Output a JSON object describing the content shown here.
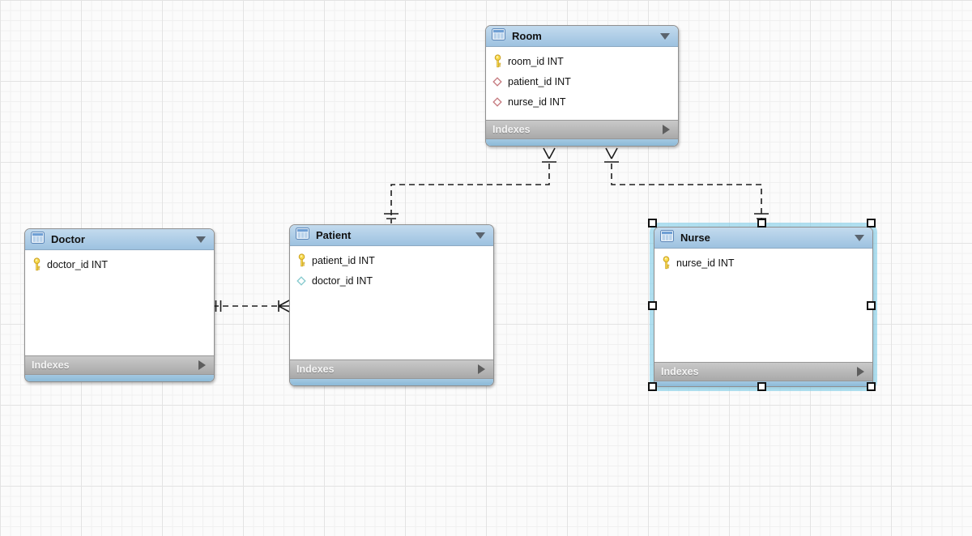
{
  "labels": {
    "indexes": "Indexes"
  },
  "tables": [
    {
      "name": "Room",
      "fields": [
        {
          "icon": "primary-key",
          "label": "room_id INT"
        },
        {
          "icon": "foreign-key-red",
          "label": "patient_id INT"
        },
        {
          "icon": "foreign-key-red",
          "label": "nurse_id INT"
        }
      ],
      "selected": false
    },
    {
      "name": "Doctor",
      "fields": [
        {
          "icon": "primary-key",
          "label": "doctor_id INT"
        }
      ],
      "selected": false
    },
    {
      "name": "Patient",
      "fields": [
        {
          "icon": "primary-key",
          "label": "patient_id INT"
        },
        {
          "icon": "column-cyan",
          "label": "doctor_id INT"
        }
      ],
      "selected": false
    },
    {
      "name": "Nurse",
      "fields": [
        {
          "icon": "primary-key",
          "label": "nurse_id INT"
        }
      ],
      "selected": true
    }
  ],
  "relationships": [
    {
      "from": "Room",
      "to": "Patient",
      "line": "dashed",
      "from_cardinality": "one-or-many",
      "to_cardinality": "exactly-one"
    },
    {
      "from": "Room",
      "to": "Nurse",
      "line": "dashed",
      "from_cardinality": "one-or-many",
      "to_cardinality": "exactly-one"
    },
    {
      "from": "Doctor",
      "to": "Patient",
      "line": "dashed",
      "from_cardinality": "exactly-one",
      "to_cardinality": "one-or-many"
    }
  ],
  "colors": {
    "header_blue": "#a9c9e2",
    "footer_blue": "#8fbcdb",
    "indexes_gray": "#b5b5b5",
    "selection_cyan": "#87cfe9",
    "primary_key_yellow": "#f7d845",
    "foreign_key_red": "#c4787d",
    "column_cyan": "#85c9cd",
    "grid_major": "#e3e3e3",
    "grid_minor": "#f0f0f0",
    "connector_black": "#1d1d1d"
  }
}
